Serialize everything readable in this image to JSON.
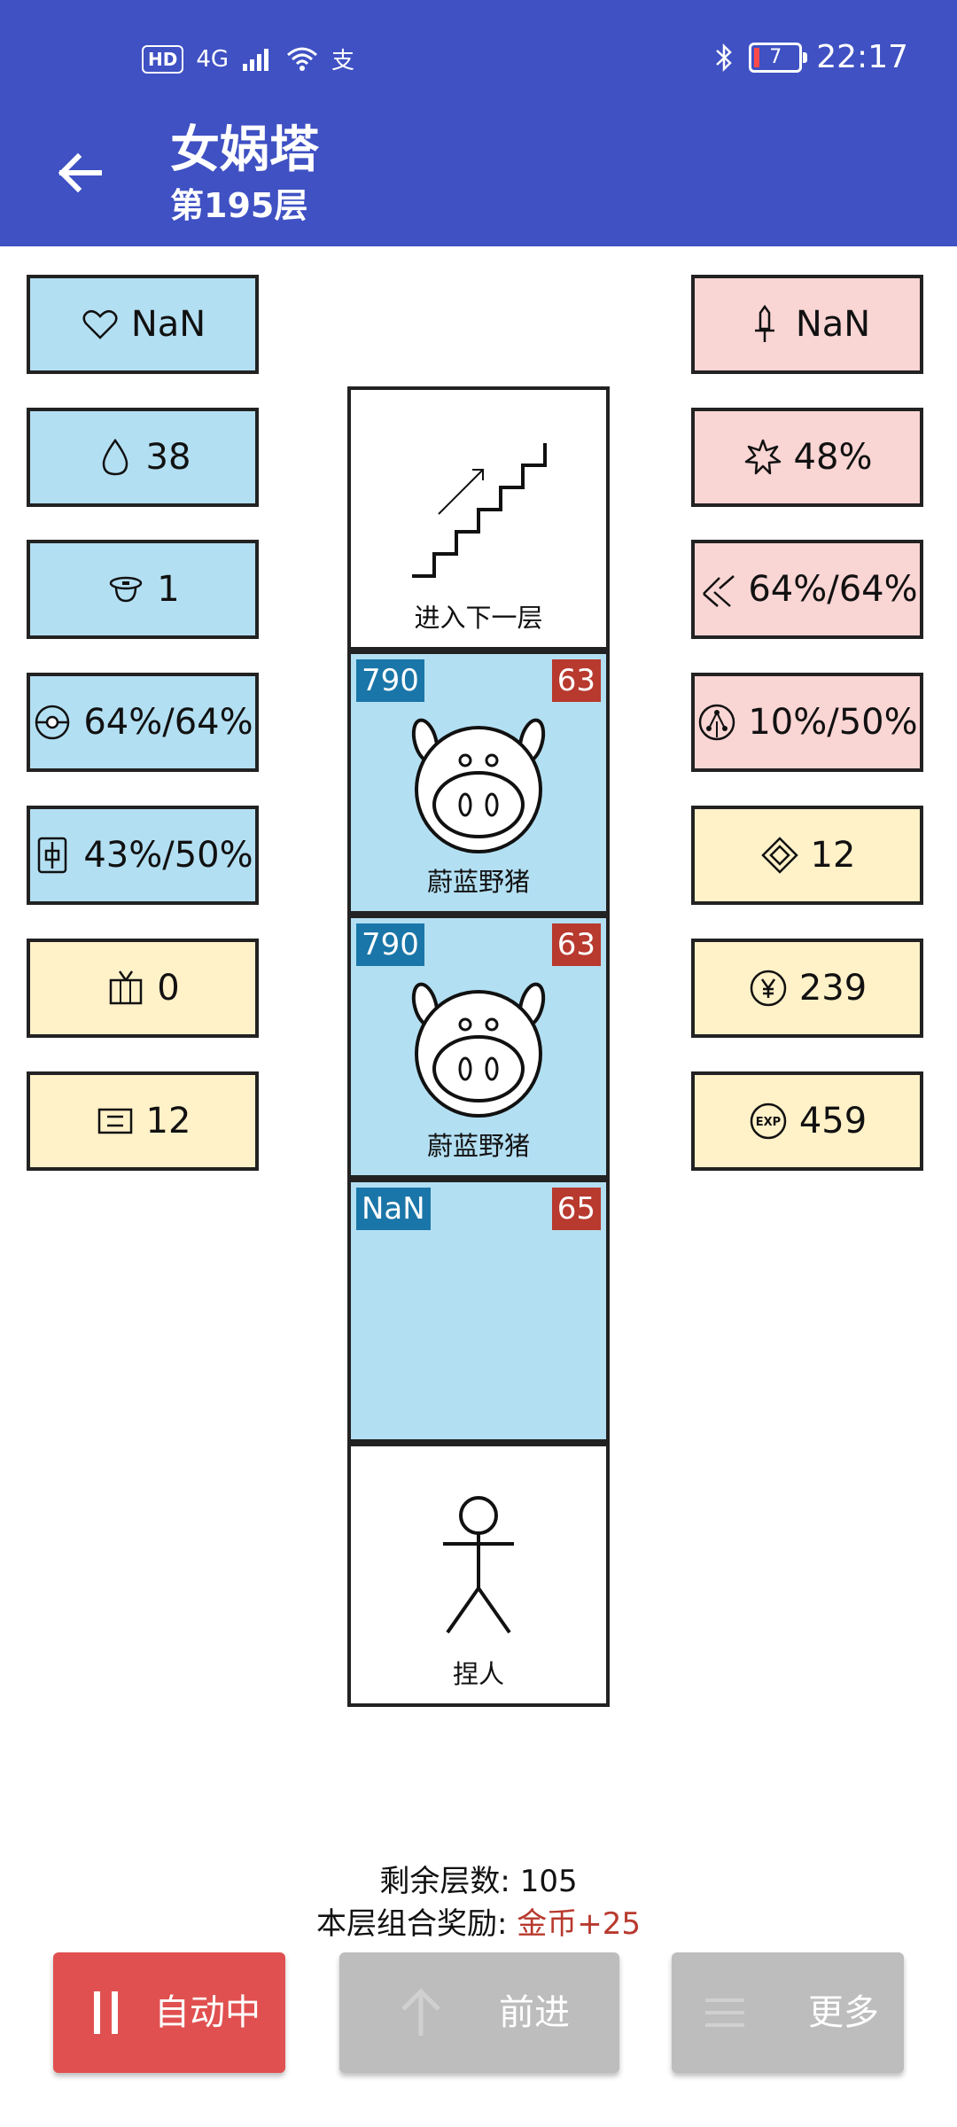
{
  "status_bar": {
    "left": {
      "hd": "HD",
      "network": "4G",
      "extra": "支"
    },
    "battery_level": "7",
    "time": "22:17"
  },
  "header": {
    "title": "女娲塔",
    "subtitle": "第195层"
  },
  "left_stats": [
    {
      "icon": "heart-icon",
      "value": "NaN",
      "color": "blue"
    },
    {
      "icon": "drop-icon",
      "value": "38",
      "color": "blue"
    },
    {
      "icon": "helmet-icon",
      "value": "1",
      "color": "blue"
    },
    {
      "icon": "orb-icon",
      "value": "64%/64%",
      "color": "blue"
    },
    {
      "icon": "shield-frame-icon",
      "value": "43%/50%",
      "color": "blue"
    },
    {
      "icon": "tv-icon",
      "value": "0",
      "color": "yellow"
    },
    {
      "icon": "card-icon",
      "value": "12",
      "color": "yellow"
    }
  ],
  "right_stats": [
    {
      "icon": "sword-icon",
      "value": "NaN",
      "color": "pink"
    },
    {
      "icon": "burst-icon",
      "value": "48%",
      "color": "pink"
    },
    {
      "icon": "slash-icon",
      "value": "64%/64%",
      "color": "pink"
    },
    {
      "icon": "network-icon",
      "value": "10%/50%",
      "color": "pink"
    },
    {
      "icon": "diamond-icon",
      "value": "12",
      "color": "yellow"
    },
    {
      "icon": "yen-coin-icon",
      "value": "239",
      "color": "yellow"
    },
    {
      "icon": "exp-icon",
      "value": "459",
      "color": "yellow"
    }
  ],
  "tower": [
    {
      "type": "stairs",
      "label": "进入下一层"
    },
    {
      "type": "monster",
      "label": "蔚蓝野猪",
      "attack": "790",
      "level": "63"
    },
    {
      "type": "monster",
      "label": "蔚蓝野猪",
      "attack": "790",
      "level": "63"
    },
    {
      "type": "empty",
      "attack": "NaN",
      "level": "65"
    },
    {
      "type": "player",
      "label": "捏人"
    }
  ],
  "footer": {
    "remaining_label": "剩余层数:",
    "remaining_value": "105",
    "reward_label": "本层组合奖励:",
    "reward_value": "金币+25"
  },
  "buttons": {
    "auto": "自动中",
    "forward": "前进",
    "more": "更多"
  },
  "colors": {
    "header_bg": "#3f51c3",
    "stat_blue": "#b3dff2",
    "stat_pink": "#f9d5d4",
    "stat_yellow": "#fff1c8",
    "attack_badge": "#1a76a8",
    "level_badge": "#b8392e",
    "auto_button": "#e15050",
    "disabled_button": "#bdbdbd"
  }
}
